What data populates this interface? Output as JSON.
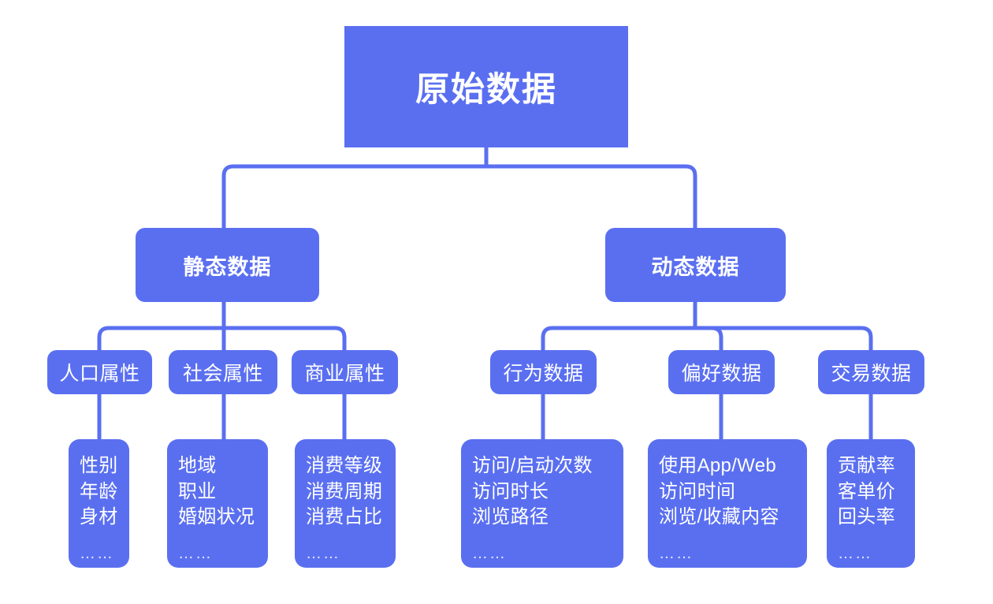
{
  "diagram": {
    "title": "原始数据",
    "colors": {
      "node_fill": "#5a6ff0",
      "node_text": "#ffffff",
      "connector": "#5a6ff0",
      "background": "#ffffff",
      "ellipsis_text": "#e8ebfd"
    },
    "root": {
      "label": "原始数据"
    },
    "level2": [
      {
        "label": "静态数据"
      },
      {
        "label": "动态数据"
      }
    ],
    "level3": [
      {
        "label": "人口属性"
      },
      {
        "label": "社会属性"
      },
      {
        "label": "商业属性"
      },
      {
        "label": "行为数据"
      },
      {
        "label": "偏好数据"
      },
      {
        "label": "交易数据"
      }
    ],
    "leaves": [
      {
        "lines": [
          "性别",
          "年龄",
          "身材"
        ],
        "ellipsis": "……"
      },
      {
        "lines": [
          "地域",
          "职业",
          "婚姻状况"
        ],
        "ellipsis": "……"
      },
      {
        "lines": [
          "消费等级",
          "消费周期",
          "消费占比"
        ],
        "ellipsis": "……"
      },
      {
        "lines": [
          "访问/启动次数",
          "访问时长",
          "浏览路径"
        ],
        "ellipsis": "……"
      },
      {
        "lines": [
          "使用App/Web",
          "访问时间",
          "浏览/收藏内容"
        ],
        "ellipsis": "……"
      },
      {
        "lines": [
          "贡献率",
          "客单价",
          "回头率"
        ],
        "ellipsis": "……"
      }
    ]
  }
}
